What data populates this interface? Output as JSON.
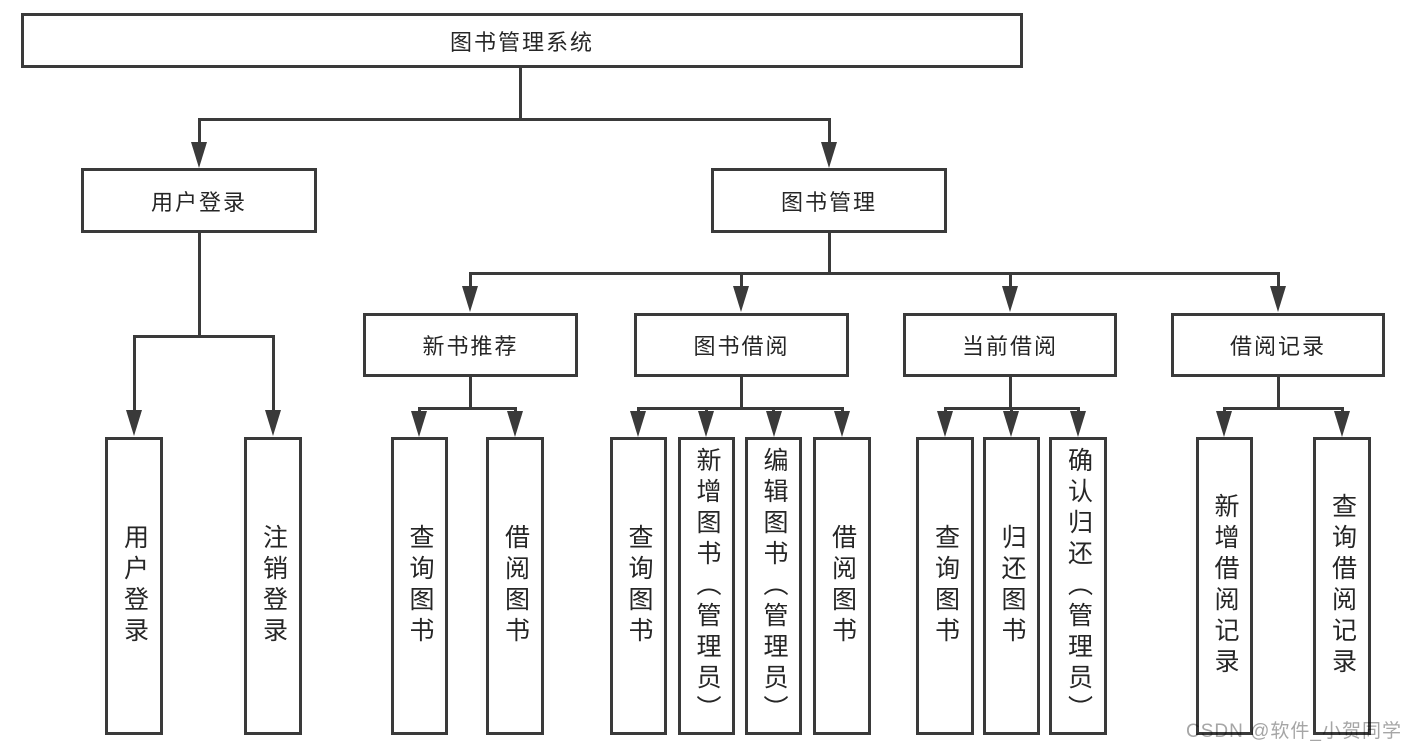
{
  "diagram_title": "图书管理系统",
  "watermark": "CSDN @软件_小贺同学",
  "colors": {
    "line": "#3a3a3a",
    "text": "#262626",
    "background": "#ffffff",
    "watermark": "#a6a6a6"
  },
  "tree": {
    "label": "图书管理系统",
    "children": [
      {
        "label": "用户登录",
        "children": [
          {
            "label": "用户登录"
          },
          {
            "label": "注销登录"
          }
        ]
      },
      {
        "label": "图书管理",
        "children": [
          {
            "label": "新书推荐",
            "children": [
              {
                "label": "查询图书"
              },
              {
                "label": "借阅图书"
              }
            ]
          },
          {
            "label": "图书借阅",
            "children": [
              {
                "label": "查询图书"
              },
              {
                "label": "新增图书（管理员）"
              },
              {
                "label": "编辑图书（管理员）"
              },
              {
                "label": "借阅图书"
              }
            ]
          },
          {
            "label": "当前借阅",
            "children": [
              {
                "label": "查询图书"
              },
              {
                "label": "归还图书"
              },
              {
                "label": "确认归还（管理员）"
              }
            ]
          },
          {
            "label": "借阅记录",
            "children": [
              {
                "label": "新增借阅记录"
              },
              {
                "label": "查询借阅记录"
              }
            ]
          }
        ]
      }
    ]
  }
}
